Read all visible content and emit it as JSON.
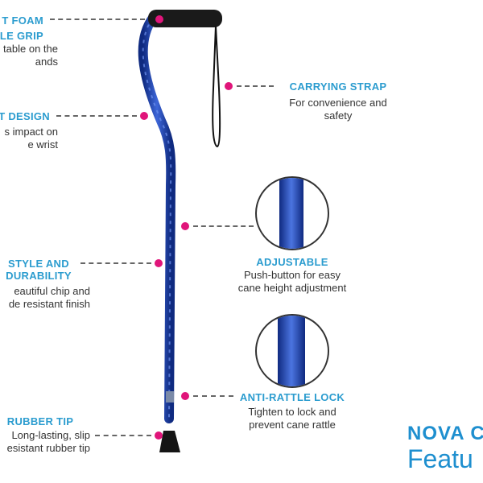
{
  "left": [
    {
      "title": [
        "T FOAM",
        "OLE GRIP"
      ],
      "desc": [
        "table on the",
        "ands"
      ]
    },
    {
      "title": [
        "T DESIGN"
      ],
      "desc": [
        "s impact on",
        "e wrist"
      ]
    },
    {
      "title": [
        "STYLE AND",
        "DURABILITY"
      ],
      "desc": [
        "eautiful chip and",
        "de resistant finish"
      ]
    },
    {
      "title": [
        "RUBBER TIP"
      ],
      "desc": [
        "Long-lasting, slip",
        "esistant rubber tip"
      ]
    }
  ],
  "right": [
    {
      "title": "CARRYING STRAP",
      "desc": [
        "For convenience and",
        "safety"
      ]
    },
    {
      "title": "ADJUSTABLE",
      "desc": [
        "Push-button for easy",
        "cane height adjustment"
      ]
    },
    {
      "title": "ANTI-RATTLE LOCK",
      "desc": [
        "Tighten to lock and",
        "prevent cane rattle"
      ]
    }
  ],
  "brand": {
    "line1": "NOVA C",
    "line2": "Featu"
  },
  "colors": {
    "accent": "#2b9ccf",
    "dot": "#e0157a",
    "cane": "#1f3fa8"
  }
}
